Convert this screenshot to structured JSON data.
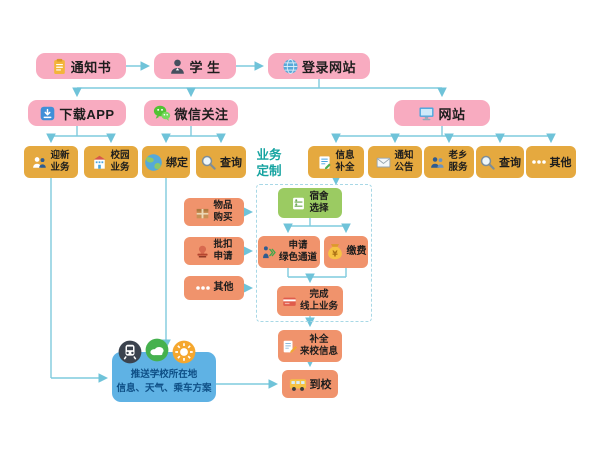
{
  "flow": {
    "notice": {
      "label": "通知书",
      "icon": "document-icon"
    },
    "student": {
      "label": "学 生",
      "icon": "student-icon"
    },
    "login_site": {
      "label": "登录网站",
      "icon": "globe-icon"
    },
    "download_app": {
      "label": "下载APP",
      "icon": "app-download-icon"
    },
    "wechat_follow": {
      "label": "微信关注",
      "icon": "wechat-icon"
    },
    "website": {
      "label": "网站",
      "icon": "monitor-icon"
    },
    "welcome_biz": {
      "line1": "迎新",
      "line2": "业务",
      "icon": "new-student-icon"
    },
    "campus_biz": {
      "line1": "校园",
      "line2": "业务",
      "icon": "campus-icon"
    },
    "bind": {
      "label": "绑定",
      "icon": "earth-icon"
    },
    "query_wechat": {
      "label": "查询",
      "icon": "search-icon"
    },
    "biz_custom": {
      "line1": "业务",
      "line2": "定制"
    },
    "info_complete": {
      "line1": "信息",
      "line2": "补全",
      "icon": "form-icon"
    },
    "notice_public": {
      "line1": "通知",
      "line2": "公告",
      "icon": "envelope-icon"
    },
    "hometown_svc": {
      "line1": "老乡",
      "line2": "服务",
      "icon": "people-icon"
    },
    "query_web": {
      "label": "查询",
      "icon": "search-icon"
    },
    "other_web": {
      "label": "其他",
      "icon": "dots-icon"
    },
    "item_purchase": {
      "line1": "物品",
      "line2": "购买",
      "icon": "package-icon"
    },
    "batch_deduct": {
      "line1": "批扣",
      "line2": "申请",
      "icon": "stamp-icon"
    },
    "other_custom": {
      "label": "其他",
      "icon": "dots-icon"
    },
    "dorm_select": {
      "line1": "宿舍",
      "line2": "选择",
      "icon": "dorm-icon"
    },
    "green_channel": {
      "line1": "申请",
      "line2": "绿色通道",
      "icon": "green-channel-icon"
    },
    "pay_fee": {
      "label": "缴费",
      "icon": "moneybag-icon"
    },
    "finish_online": {
      "line1": "完成",
      "line2": "线上业务",
      "icon": "bank-card-icon"
    },
    "fill_arrival": {
      "line1": "补全",
      "line2": "来校信息",
      "icon": "pencil-form-icon"
    },
    "arrive_school": {
      "label": "到校",
      "icon": "school-bus-icon"
    },
    "push_info": {
      "line1": "推送学校所在地",
      "line2": "信息、天气、乘车方案",
      "icons": [
        "train-icon",
        "weather-icon",
        "sun-icon"
      ]
    }
  },
  "colors": {
    "pink_node": "#f8abc0",
    "gold_node": "#e5a93f",
    "orange_node": "#f0936c",
    "green_node": "#9bcb62",
    "blue_node": "#5fb2e4",
    "connector": "#7fcbdd",
    "custom_label_text": "#14a3a0"
  }
}
